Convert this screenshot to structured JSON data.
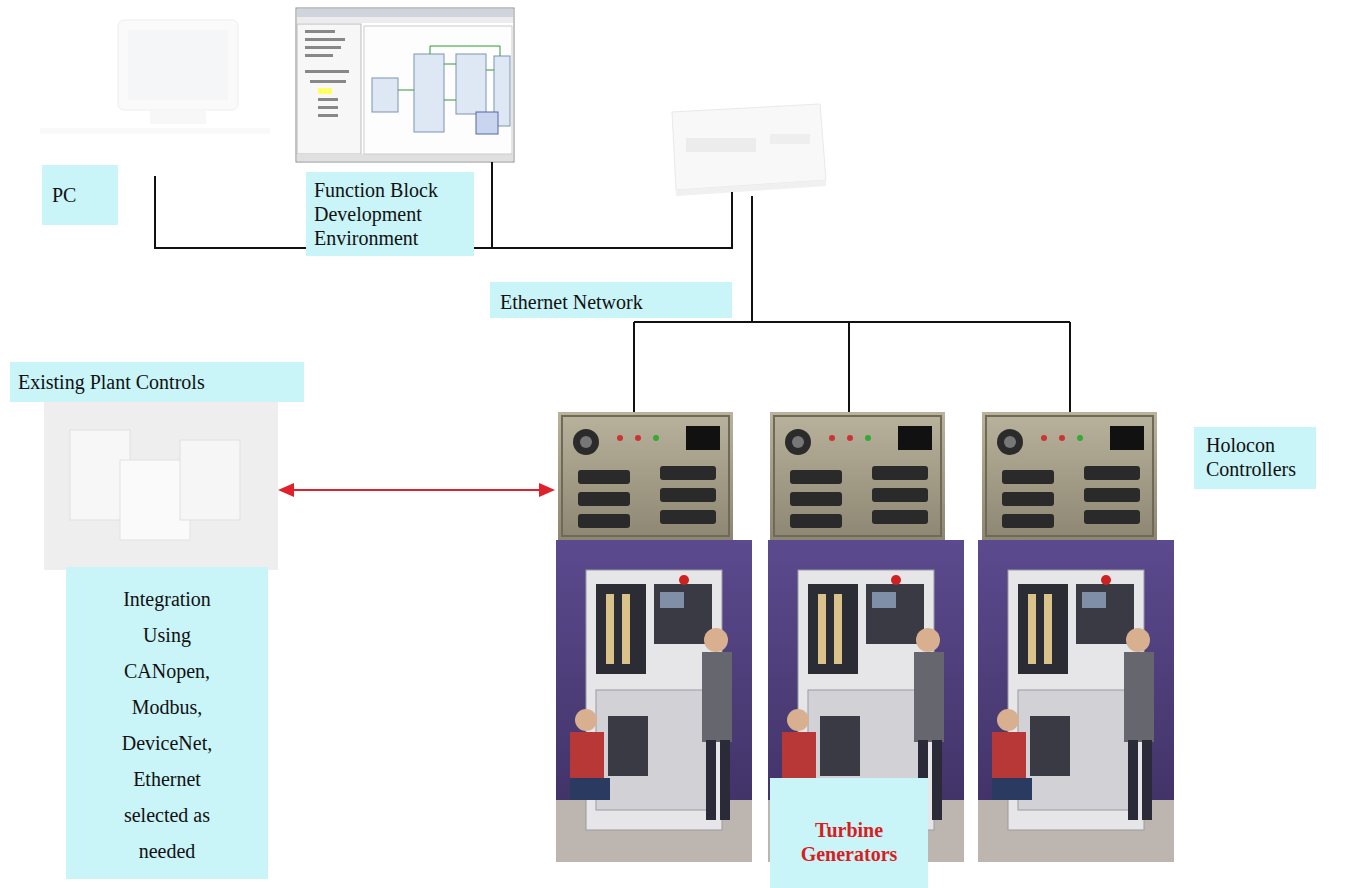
{
  "diagram": {
    "nodes": [
      {
        "text": [
          "PC"
        ]
      },
      {
        "text": [
          "Function Block Development Environment"
        ]
      },
      {
        "text": [
          "Ethernet Network"
        ]
      },
      {
        "text": [
          "Existing Plant Controls"
        ]
      },
      {
        "text": [
          "Integration Using CANopen, Modbus, DeviceNet, Ethernet selected as needed"
        ]
      },
      {
        "text": [
          "Holocon Controllers"
        ]
      },
      {
        "text": [
          "Turbine Generators"
        ]
      }
    ]
  }
}
